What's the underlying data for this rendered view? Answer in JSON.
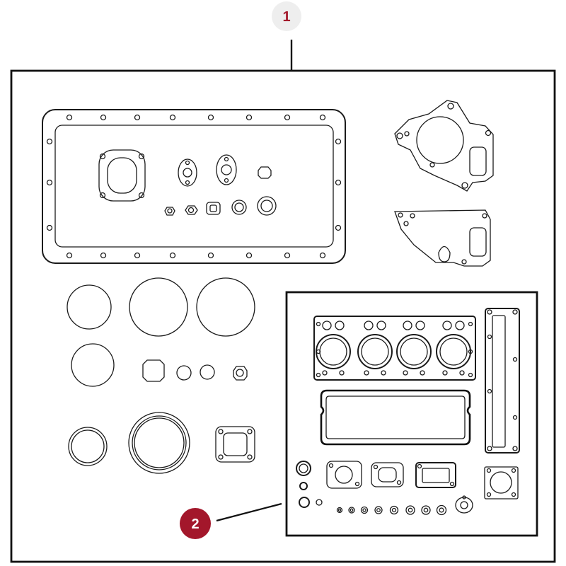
{
  "callouts": [
    {
      "label": "1",
      "style": "light"
    },
    {
      "label": "2",
      "style": "dark"
    }
  ],
  "colors": {
    "line": "#1a1a1a",
    "callout_light_bg": "#eeeeee",
    "callout_light_text": "#a3172b",
    "callout_dark_bg": "#a3172b",
    "callout_dark_text": "#ffffff"
  }
}
